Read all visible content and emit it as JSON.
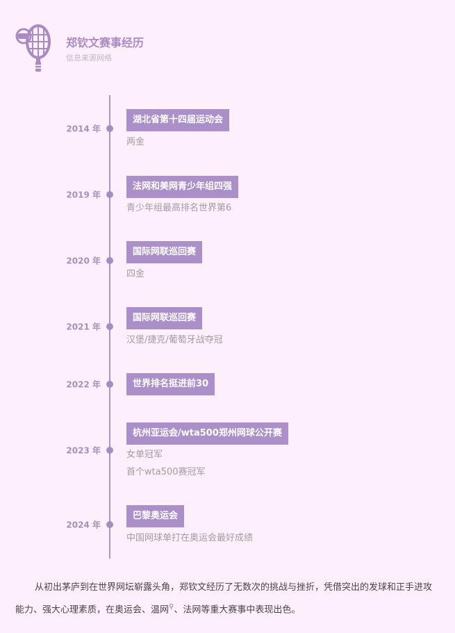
{
  "header": {
    "title": "郑钦文赛事经历",
    "subtitle": "信息来源网络",
    "logo_icon": "tennis-racket-icon"
  },
  "colors": {
    "accent": "#ab8fc9",
    "title": "#a98ac3",
    "background": "#fdf0fc",
    "timeline_line": "#a996c2"
  },
  "timeline": [
    {
      "year": "2014 年",
      "title": "湖北省第十四届运动会",
      "desc": [
        "两金"
      ]
    },
    {
      "year": "2019 年",
      "title": "法网和美网青少年组四强",
      "desc": [
        "青少年组最高排名世界第6"
      ]
    },
    {
      "year": "2020 年",
      "title": "国际网联巡回赛",
      "desc": [
        "四金"
      ]
    },
    {
      "year": "2021 年",
      "title": "国际网联巡回赛",
      "desc": [
        "汉堡/捷克/葡萄牙战夺冠"
      ]
    },
    {
      "year": "2022 年",
      "title": "世界排名挺进前30",
      "desc": []
    },
    {
      "year": "2023 年",
      "title": "杭州亚运会/wta500郑州网球公开赛",
      "desc": [
        "女单冠军",
        "首个wta500赛冠军"
      ]
    },
    {
      "year": "2024 年",
      "title": "巴黎奥运会",
      "desc": [
        "中国网球单打在奥运会最好成绩"
      ]
    }
  ],
  "paragraph": {
    "before_link": "从初出茅庐到在世界网坛崭露头角，郑钦文经历了无数次的挑战与挫折，凭借突出的发球和正手进攻能力、强大心理素质，在奥运会、",
    "link_text": "温网",
    "after_link": "、法网等重大赛事中表现出色。",
    "search_icon": "search-icon"
  }
}
